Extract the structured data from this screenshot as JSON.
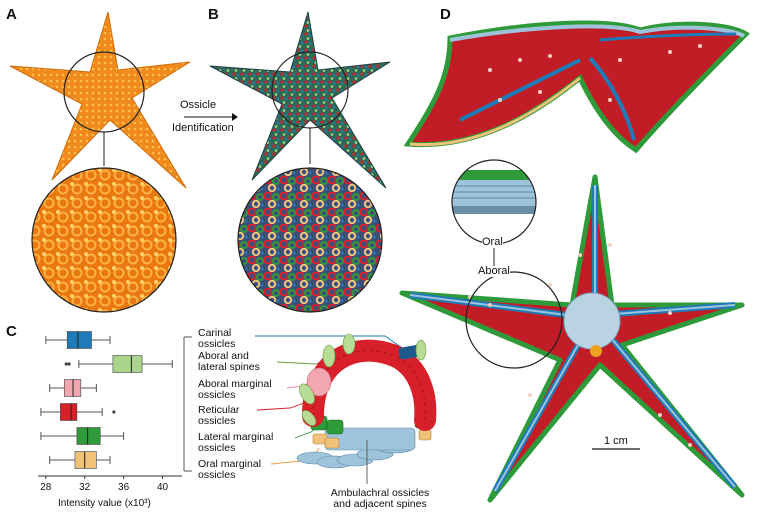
{
  "panels": {
    "a": {
      "letter": "A"
    },
    "b": {
      "letter": "B"
    },
    "c": {
      "letter": "C"
    },
    "d": {
      "letter": "D"
    }
  },
  "arrow": {
    "line1": "Ossicle",
    "line2": "Identification"
  },
  "insets": {
    "oral": "Oral",
    "aboral": "Aboral"
  },
  "scale_bar": {
    "label": "1 cm"
  },
  "ossicle_labels": [
    {
      "l1": "Carinal",
      "l2": "ossicles"
    },
    {
      "l1": "Aboral and",
      "l2": "lateral spines"
    },
    {
      "l1": "Aboral marginal",
      "l2": "ossicles"
    },
    {
      "l1": "Reticular",
      "l2": "ossicles"
    },
    {
      "l1": "Lateral marginal",
      "l2": "ossicles"
    },
    {
      "l1": "Oral marginal",
      "l2": "ossicles"
    }
  ],
  "ambulacral": {
    "l1": "Ambulachral ossicles",
    "l2": "and adjacent spines"
  },
  "colors": {
    "orange": "#f08a1c",
    "blue": "#1f7ab8",
    "green_light": "#a8d58a",
    "pink": "#f2a7b0",
    "red": "#d8202a",
    "green": "#2e9a3a",
    "tan": "#f0c27a"
  },
  "chart_data": {
    "type": "boxplot",
    "xlabel": "Intensity value (x10³)",
    "xticks": [
      28,
      32,
      36,
      40
    ],
    "xlim": [
      27.2,
      42
    ],
    "series": [
      {
        "color": "#1f7ab8",
        "min": 28.0,
        "q1": 30.2,
        "median": 31.3,
        "q3": 32.7,
        "max": 34.6,
        "outliers": []
      },
      {
        "color": "#a8d58a",
        "min": 31.4,
        "q1": 34.9,
        "median": 36.8,
        "q3": 37.9,
        "max": 41.0,
        "outliers": [
          30.1,
          30.4
        ]
      },
      {
        "color": "#f2a7b0",
        "min": 28.4,
        "q1": 29.9,
        "median": 30.8,
        "q3": 31.6,
        "max": 33.2,
        "outliers": []
      },
      {
        "color": "#d8202a",
        "min": 27.5,
        "q1": 29.5,
        "median": 30.6,
        "q3": 31.2,
        "max": 33.8,
        "outliers": [
          35.0
        ]
      },
      {
        "color": "#2e9a3a",
        "min": 27.5,
        "q1": 31.2,
        "median": 32.3,
        "q3": 33.6,
        "max": 36.0,
        "outliers": []
      },
      {
        "color": "#f0c27a",
        "min": 28.4,
        "q1": 31.0,
        "median": 32.0,
        "q3": 33.2,
        "max": 34.6,
        "outliers": []
      }
    ]
  }
}
